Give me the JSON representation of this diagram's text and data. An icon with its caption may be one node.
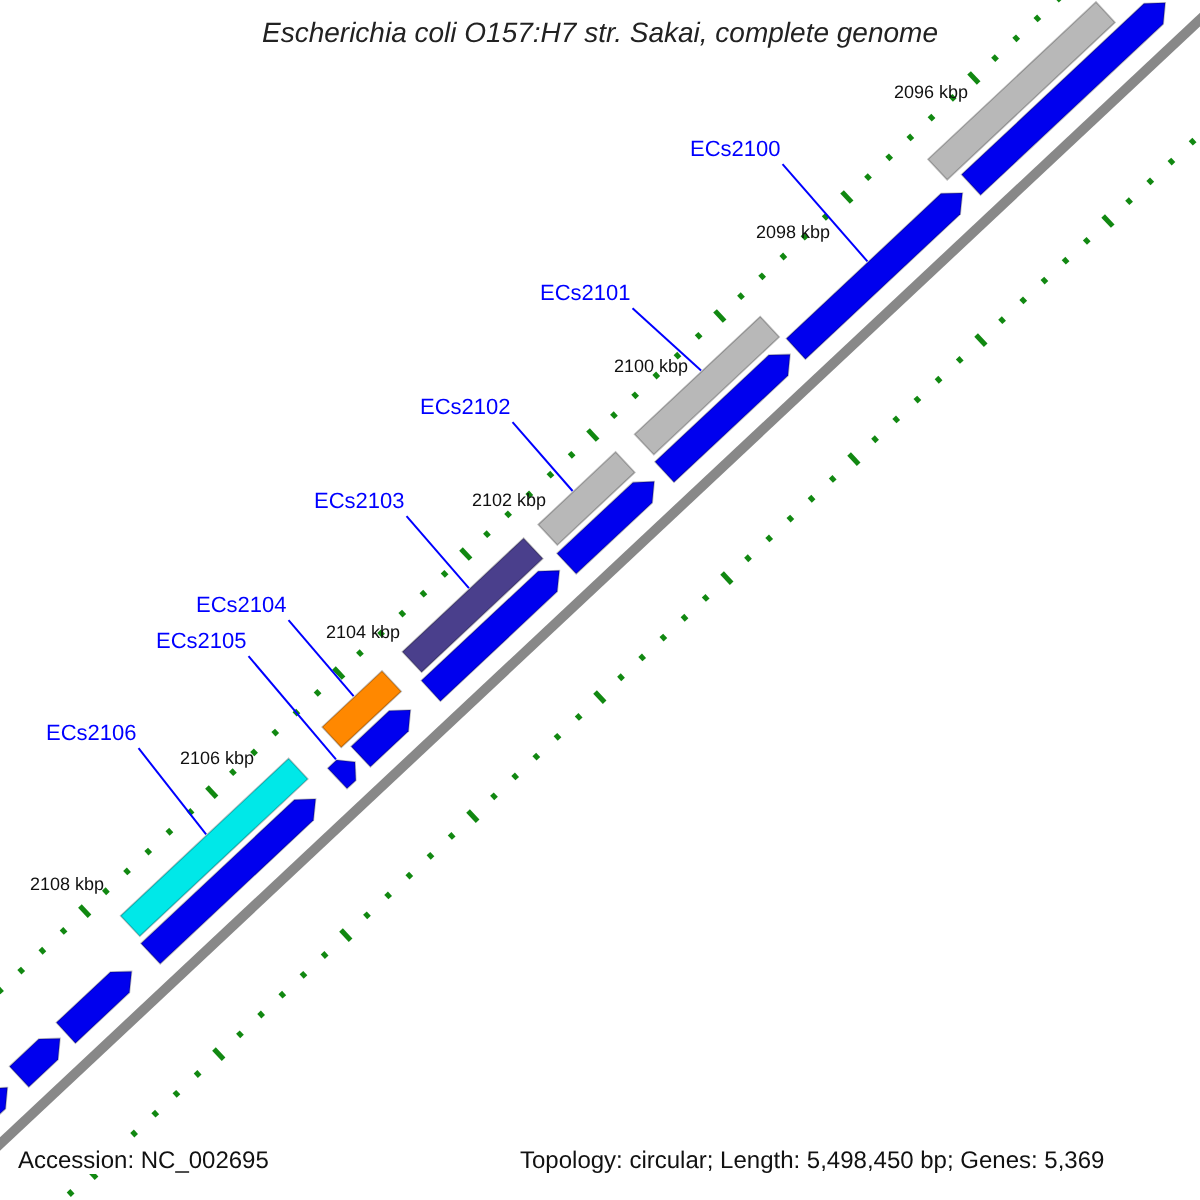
{
  "diagram": {
    "title": "Escherichia coli O157:H7 str. Sakai, complete genome",
    "nodes": [
      {
        "text": [
          "ECs2100"
        ]
      },
      {
        "text": [
          "ECs2101"
        ]
      },
      {
        "text": [
          "ECs2102"
        ]
      },
      {
        "text": [
          "ECs2103"
        ]
      },
      {
        "text": [
          "ECs2104"
        ]
      },
      {
        "text": [
          "ECs2105"
        ]
      },
      {
        "text": [
          "ECs2106"
        ]
      },
      {
        "text": [],
        "shape": "bar"
      },
      {
        "text": [],
        "shape": "bar"
      },
      {
        "text": [],
        "shape": "bar"
      },
      {
        "text": [],
        "shape": "bar"
      },
      {
        "text": [],
        "shape": "bar"
      },
      {
        "text": [],
        "shape": "bar"
      },
      {
        "text": [],
        "shape": "bar"
      },
      {
        "text": [],
        "shape": "bar"
      },
      {
        "text": [],
        "shape": "bar"
      },
      {
        "text": [],
        "shape": "bar"
      },
      {
        "text": [],
        "shape": "bar"
      },
      {
        "text": [],
        "shape": "bar"
      },
      {
        "text": [],
        "shape": "bar"
      },
      {
        "text": [],
        "shape": "bar"
      },
      {
        "text": [],
        "shape": "bar"
      },
      {
        "text": [],
        "shape": "bar"
      },
      {
        "text": [],
        "shape": "bar"
      }
    ],
    "edges": [
      {
        "from": 0,
        "to": 9,
        "arrow": "none"
      },
      {
        "from": 1,
        "to": 10,
        "arrow": "none"
      },
      {
        "from": 2,
        "to": 12,
        "arrow": "none"
      },
      {
        "from": 3,
        "to": 14,
        "arrow": "none"
      },
      {
        "from": 4,
        "to": 16,
        "arrow": "none"
      },
      {
        "from": 5,
        "to": 18,
        "arrow": "none"
      },
      {
        "from": 6,
        "to": 19,
        "arrow": "none"
      }
    ],
    "labels": [
      "2096 kbp",
      "2098 kbp",
      "2100 kbp",
      "2102 kbp",
      "2104 kbp",
      "2106 kbp",
      "2108 kbp",
      "Accession: NC_002695",
      "Topology: circular; Length: 5,498,450 bp; Genes: 5,369"
    ]
  }
}
